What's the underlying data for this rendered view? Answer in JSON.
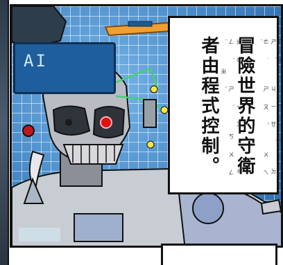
{
  "screen": {
    "label": "AI"
  },
  "caption": {
    "col1": "冒險世界的守衛",
    "col2": "者由程式控制。",
    "zhuyin1": "ㄇㄠˋ ㄒㄧㄢˇ ㄕˋ ㄐㄧㄝˋ ㄉㄜ˙ ㄕㄡˇ ㄨㄟˋ",
    "zhuyin2": "ㄓㄜˇ ㄧㄡˊ ㄔㄥˊ ㄕˋ ㄎㄨㄥˋ ㄓˋ"
  },
  "colors": {
    "background": "#4f93cf",
    "eye": "#e01010",
    "accent": "#f0a030"
  }
}
